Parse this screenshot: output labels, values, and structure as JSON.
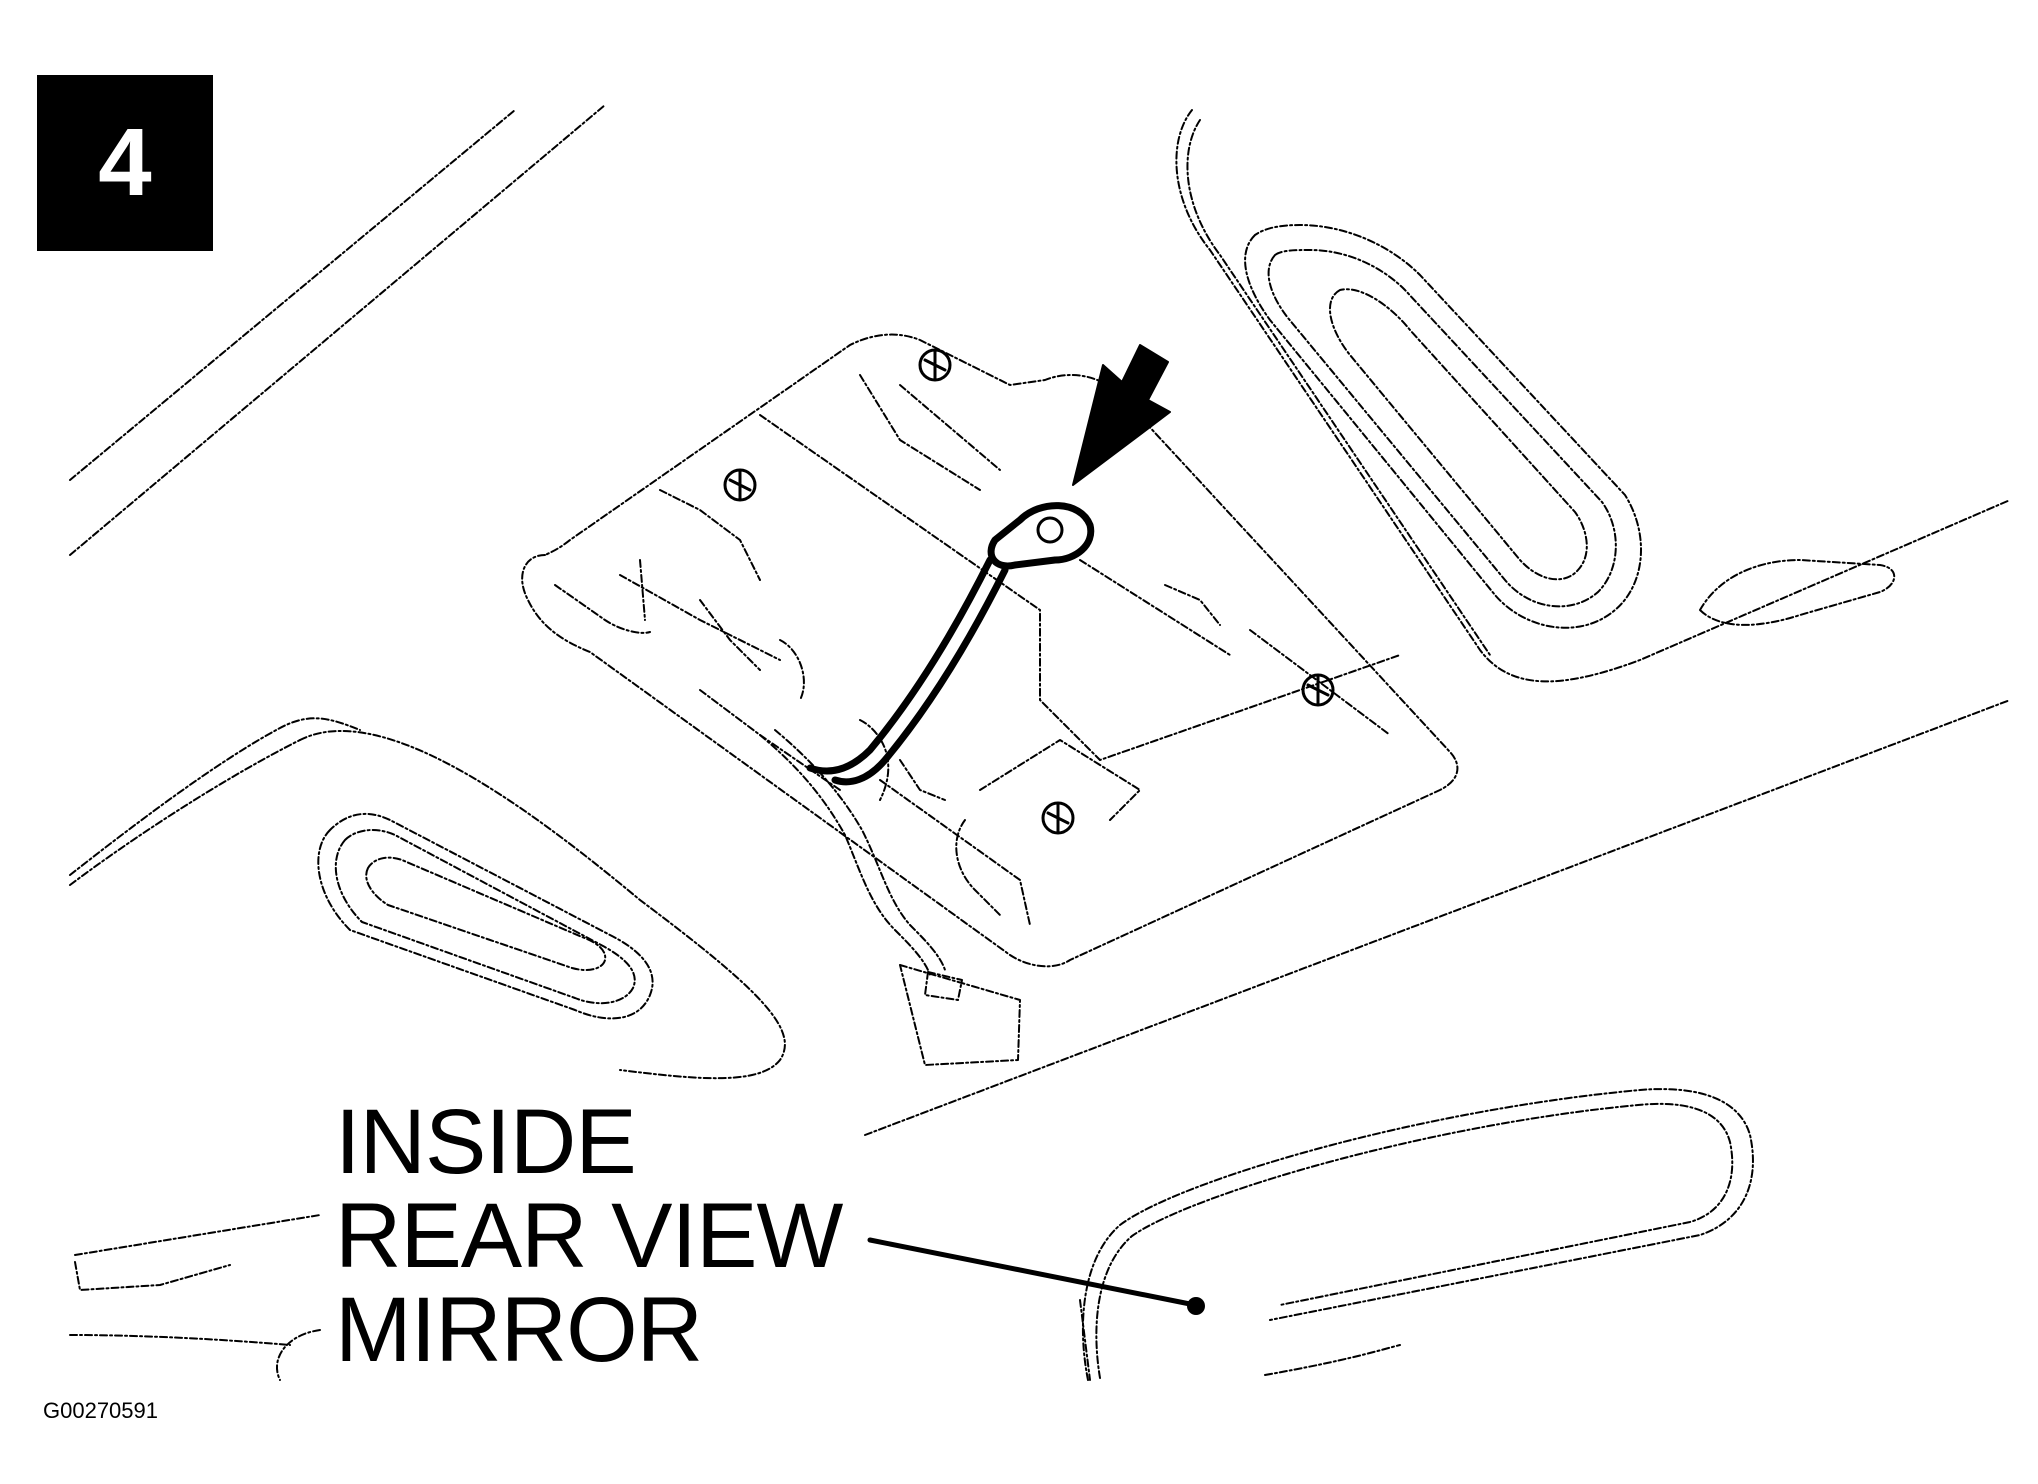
{
  "step": {
    "number": "4"
  },
  "callout": {
    "line1": "INSIDE",
    "line2": "REAR VIEW",
    "line3": "MIRROR"
  },
  "figure": {
    "code": "G00270591"
  },
  "drawing": {
    "style": "black line art on white",
    "icons": [
      "pointer-arrow-icon",
      "screw-icon"
    ]
  }
}
